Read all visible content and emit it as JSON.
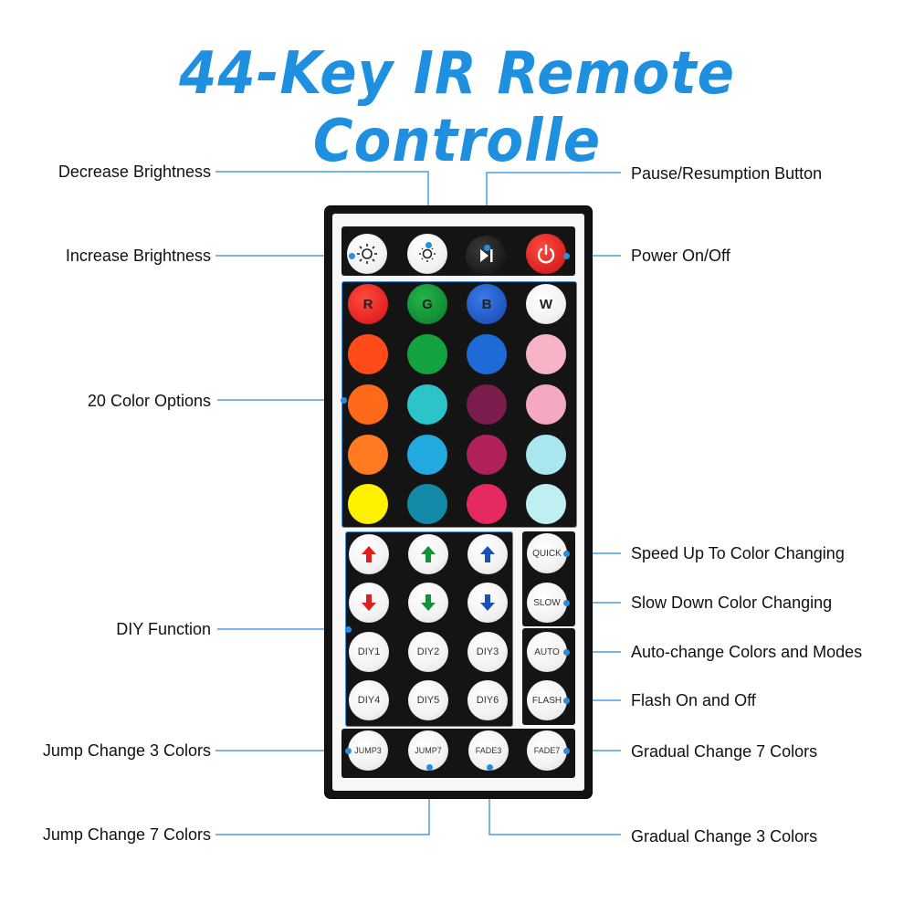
{
  "title": "44-Key IR Remote Controlle",
  "accent_color": "#1f8fe0",
  "labels": {
    "decrease_brightness": "Decrease Brightness",
    "increase_brightness": "Increase Brightness",
    "pause_resumption": "Pause/Resumption Button",
    "power": "Power On/Off",
    "color_options": "20 Color Options",
    "diy_function": "DIY Function",
    "speed_up": "Speed Up To Color Changing",
    "slow_down": "Slow Down Color Changing",
    "auto_change": "Auto-change Colors and Modes",
    "flash": "Flash On and Off",
    "jump3": "Jump Change 3 Colors",
    "jump7": "Jump Change 7 Colors",
    "fade7": "Gradual Change 7 Colors",
    "fade3": "Gradual Change 3 Colors"
  },
  "remote": {
    "top_buttons": [
      "brightness-up-icon",
      "brightness-down-icon",
      "play-pause-icon",
      "power-icon"
    ],
    "rgbw": [
      "R",
      "G",
      "B",
      "W"
    ],
    "colors": [
      [
        "#ff4a1a",
        "#12a33e",
        "#1e6bd8",
        "#f7b4c6"
      ],
      [
        "#ff6a1a",
        "#2bc4c8",
        "#7a1c4c",
        "#f5a9c0"
      ],
      [
        "#ff7a20",
        "#22a9e0",
        "#b0205a",
        "#a9e6ee"
      ],
      [
        "#fff200",
        "#138aa8",
        "#e42a5e",
        "#bfeff2"
      ]
    ],
    "diy_arrows": [
      "red-up-arrow-icon",
      "green-up-arrow-icon",
      "blue-up-arrow-icon",
      "red-down-arrow-icon",
      "green-down-arrow-icon",
      "blue-down-arrow-icon"
    ],
    "diy": [
      "DIY1",
      "DIY2",
      "DIY3",
      "DIY4",
      "DIY5",
      "DIY6"
    ],
    "side": [
      "QUICK",
      "SLOW",
      "AUTO",
      "FLASH"
    ],
    "bottom": [
      "JUMP3",
      "JUMP7",
      "FADE3",
      "FADE7"
    ]
  }
}
